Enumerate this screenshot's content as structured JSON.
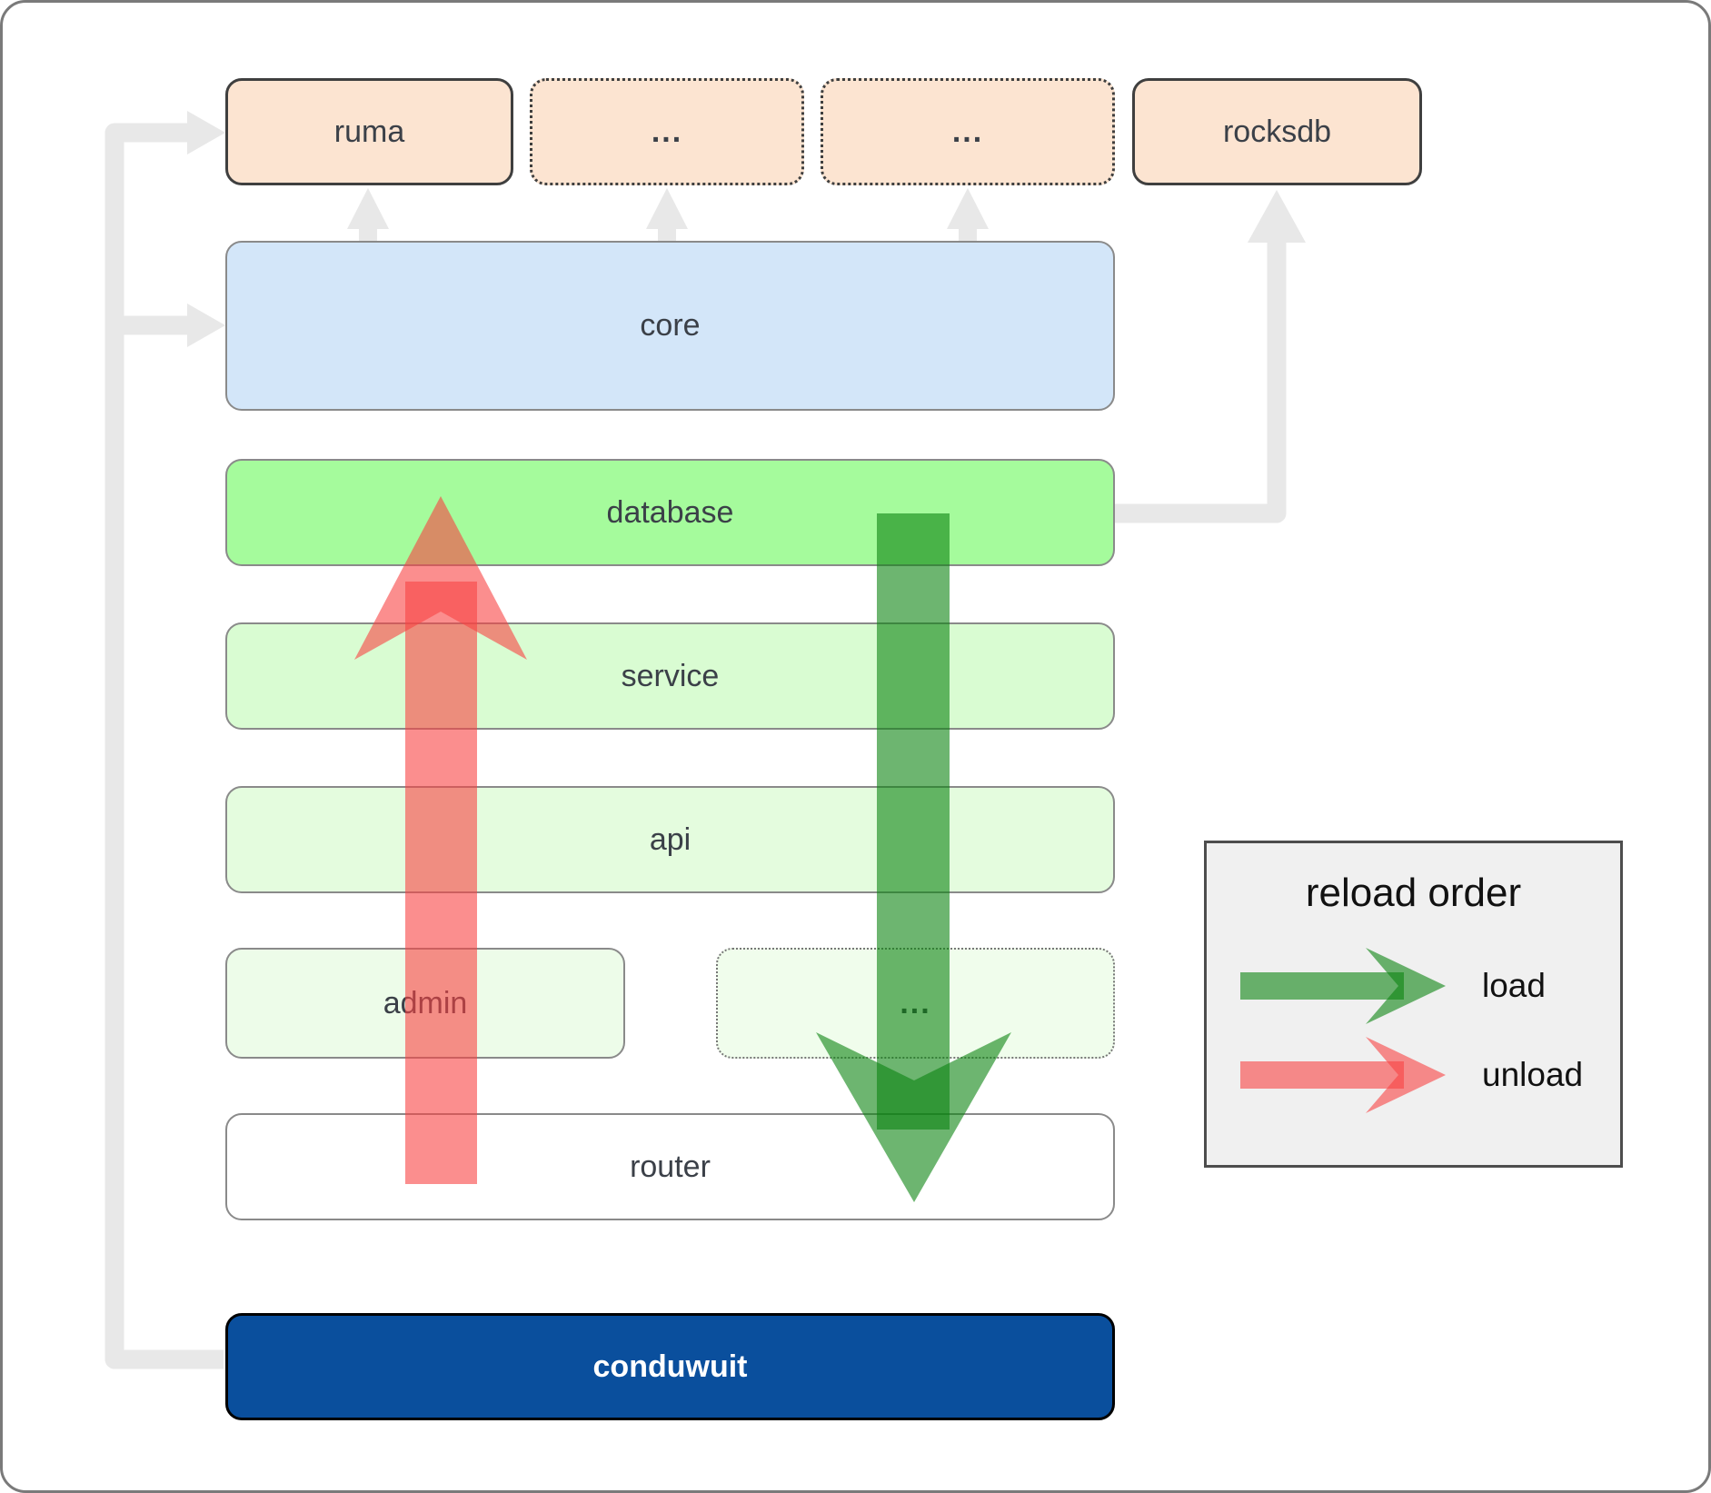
{
  "diagram": {
    "nodes": {
      "ruma": {
        "label": "ruma",
        "fill": "#fce4d1"
      },
      "deps1": {
        "label": "...",
        "fill": "#fce4d1"
      },
      "deps2": {
        "label": "...",
        "fill": "#fce4d1"
      },
      "rocksdb": {
        "label": "rocksdb",
        "fill": "#fce4d1"
      },
      "core": {
        "label": "core",
        "fill": "#d3e6f9"
      },
      "database": {
        "label": "database",
        "fill": "#a5fb9c"
      },
      "service": {
        "label": "service",
        "fill": "#d9fcd2"
      },
      "api": {
        "label": "api",
        "fill": "#e4fcde"
      },
      "admin": {
        "label": "admin",
        "fill": "#edfce9"
      },
      "modules": {
        "label": "...",
        "fill": "#f0fdec"
      },
      "router": {
        "label": "router",
        "fill": "#ffffff"
      },
      "conduwuit": {
        "label": "conduwuit",
        "fill": "#0a4f9d",
        "text_color": "#ffffff"
      }
    },
    "legend": {
      "title": "reload order",
      "items": [
        {
          "label": "load",
          "color": "#0c8410"
        },
        {
          "label": "unload",
          "color": "#f84343"
        }
      ]
    },
    "colors": {
      "load_arrow": "#0c8410",
      "unload_arrow": "#f84343",
      "connector": "#e8e8e8"
    }
  }
}
